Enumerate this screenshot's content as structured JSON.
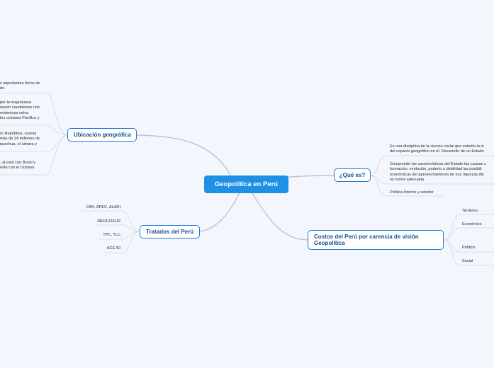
{
  "central": {
    "label": "Geopolítica en Perú"
  },
  "branches": {
    "ubicacion": {
      "label": "Ubicación geográfica",
      "leaves": [
        "s importantes focos de\ndo.",
        "por la majestuosa\nnacen caudalosos ríos\nmisteriosa selva\nlos océanos Pacífico y",
        "ro República, cuenta\nmás de 24 millones de\nquechua, el aimara y",
        ", al este con Brasil y\neste con el Océano"
      ]
    },
    "tratados": {
      "label": "Tratados del Perú",
      "leaves": [
        "CAN, APEC, ALADI",
        "MERCOSUR",
        "TPC, TLC",
        "ACE 50"
      ]
    },
    "que_es": {
      "label": "¿Qué es?",
      "leaves": [
        "Es una disciplina de la ciencia social que estudia la in\ndel espacio geográfico en el. Desarrollo de un Estado",
        "Comprende las características del Estado las causas c\nformación, evolución, poderío o debilidad las posibili\neconómicas del aprovechamiento de sus riquezas dis\nen forma adecuada.",
        "Política Interior y exterior"
      ]
    },
    "costos": {
      "label": "Costos del Perú por carencia de visión Geopolítica",
      "leaves": [
        "Territorio",
        "Económico",
        "Político",
        "Social"
      ]
    }
  },
  "colors": {
    "background": "#f3f6fd",
    "central_fill": "#1e90e6",
    "node_border": "#1f7bd1",
    "node_text": "#1a4f8a",
    "connector": "#b8bcc6"
  }
}
